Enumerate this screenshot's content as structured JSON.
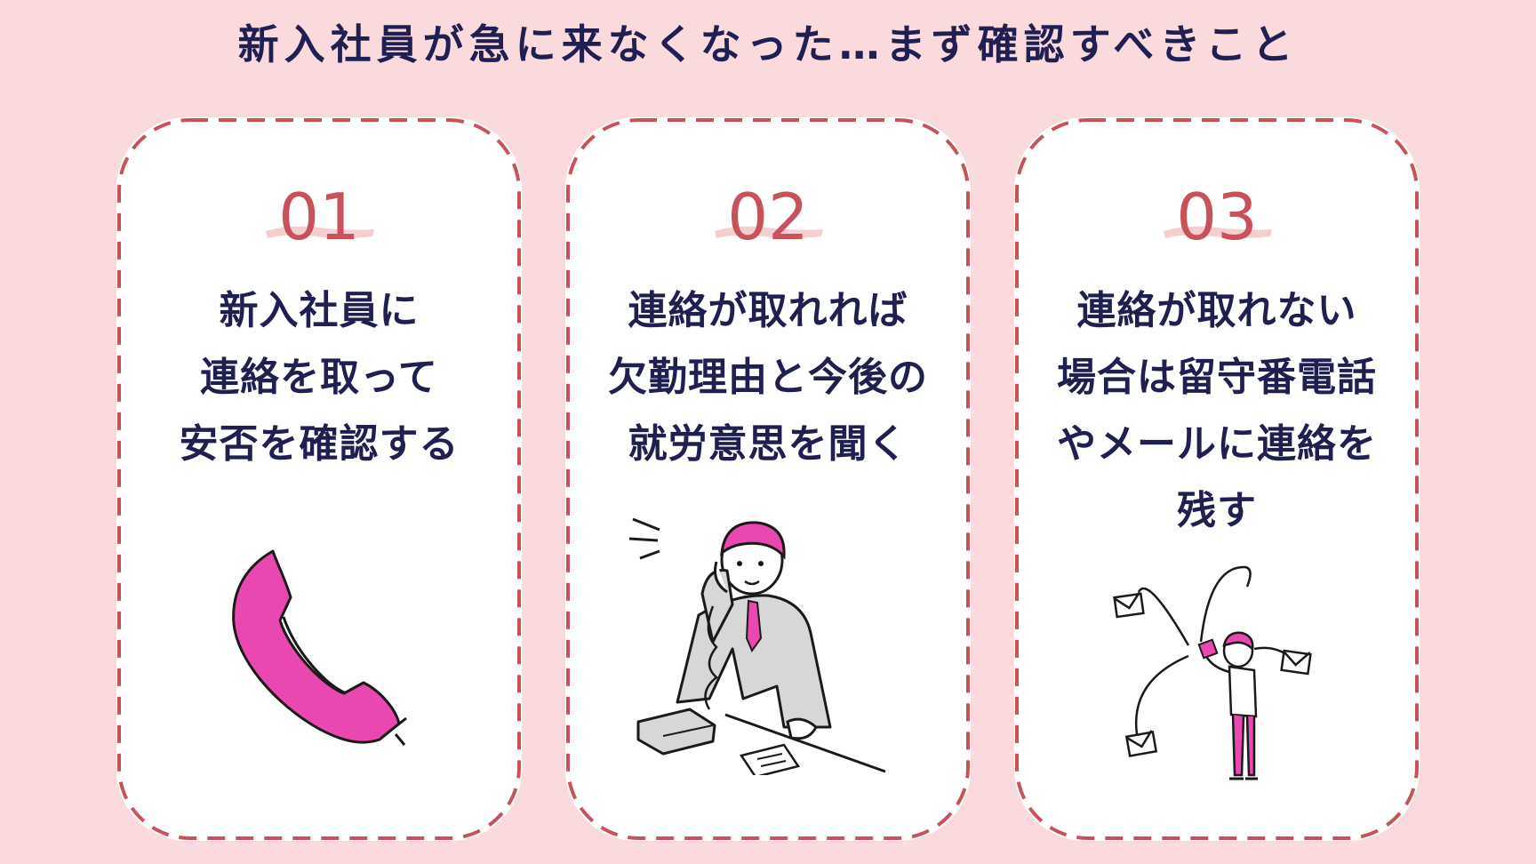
{
  "title": "新入社員が急に来なくなった…まず確認すべきこと",
  "colors": {
    "background": "#fadadd",
    "navy": "#1f1f52",
    "accent": "#c9525a",
    "pink": "#e848b0",
    "card": "#ffffff"
  },
  "cards": [
    {
      "number": "01",
      "lines": [
        "新入社員に",
        "連絡を取って",
        "安否を確認する"
      ],
      "icon": "telephone-handset-icon"
    },
    {
      "number": "02",
      "lines": [
        "連絡が取れれば",
        "欠勤理由と今後の",
        "就労意思を聞く"
      ],
      "icon": "businessman-on-phone-illustration"
    },
    {
      "number": "03",
      "lines": [
        "連絡が取れない",
        "場合は留守番電話",
        "やメールに連絡を",
        "残す"
      ],
      "icon": "person-sending-mail-illustration"
    }
  ]
}
